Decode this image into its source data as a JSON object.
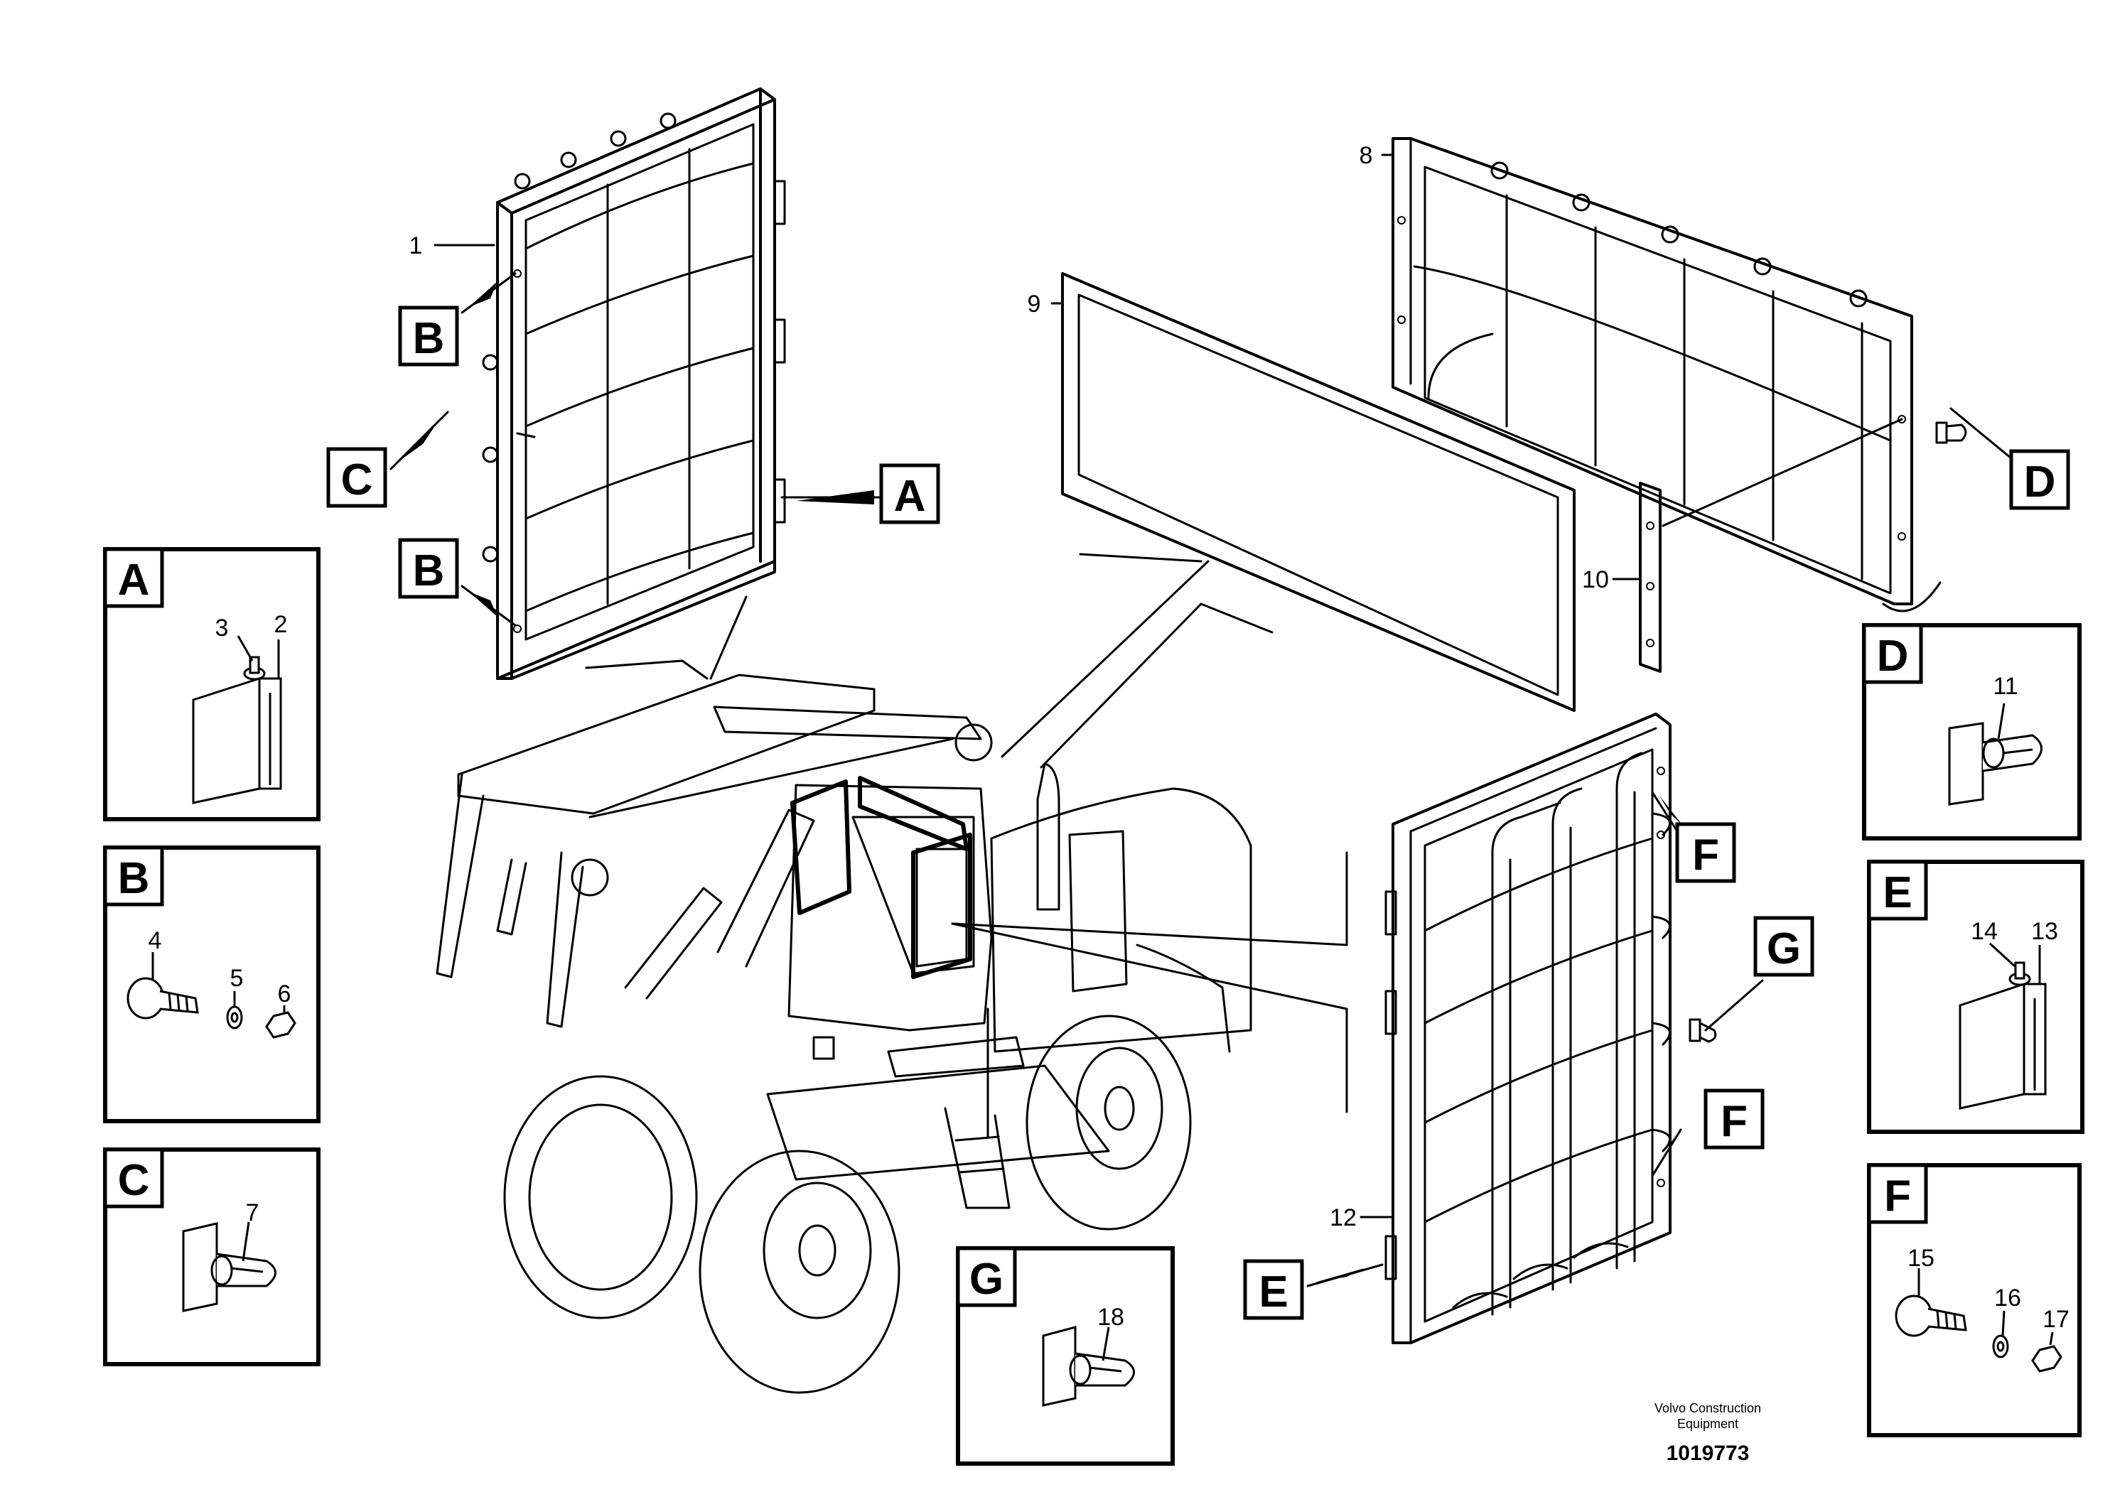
{
  "diagram": {
    "callout_letters": {
      "B_upper": "B",
      "B_lower": "B",
      "C_main": "C",
      "A_main": "A",
      "D_main": "D",
      "F_upper": "F",
      "G_main": "G",
      "F_lower": "F",
      "E_main": "E"
    },
    "part_numbers": {
      "p1": "1",
      "p8": "8",
      "p9": "9",
      "p10": "10",
      "p12": "12"
    },
    "detail_boxes": {
      "A": {
        "letter": "A",
        "labels": [
          "3",
          "2"
        ]
      },
      "B": {
        "letter": "B",
        "labels": [
          "4",
          "5",
          "6"
        ]
      },
      "C": {
        "letter": "C",
        "labels": [
          "7"
        ]
      },
      "D": {
        "letter": "D",
        "labels": [
          "11"
        ]
      },
      "E": {
        "letter": "E",
        "labels": [
          "14",
          "13"
        ]
      },
      "F": {
        "letter": "F",
        "labels": [
          "15",
          "16",
          "17"
        ]
      },
      "G": {
        "letter": "G",
        "labels": [
          "18"
        ]
      }
    },
    "footer": {
      "company_line1": "Volvo Construction",
      "company_line2": "Equipment",
      "drawing_number": "1019773"
    }
  }
}
